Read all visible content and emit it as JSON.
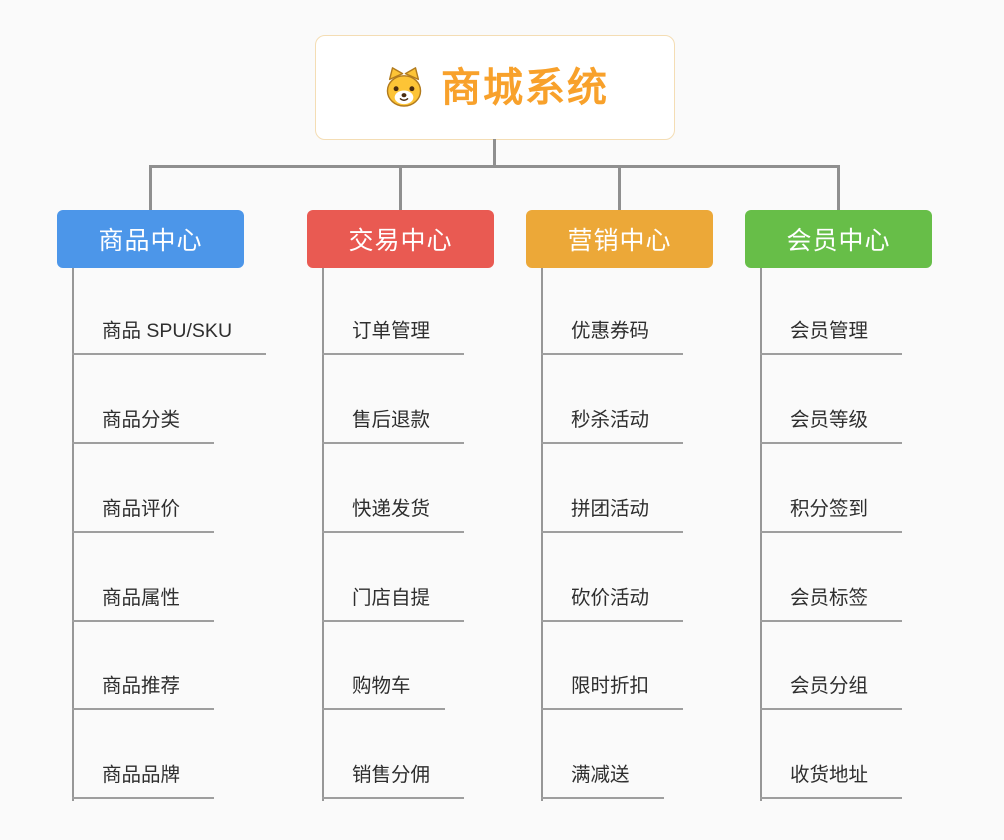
{
  "root": {
    "title": "商城系统",
    "title_color": "#F8A12B",
    "icon": "dog-icon"
  },
  "colors": {
    "connector": "#8f8f8f",
    "trunk": "#979797",
    "underline": "#9e9e9e",
    "background": "#fafafa"
  },
  "branches": [
    {
      "label": "商品中心",
      "color": "#4C96E9",
      "children": [
        "商品 SPU/SKU",
        "商品分类",
        "商品评价",
        "商品属性",
        "商品推荐",
        "商品品牌"
      ]
    },
    {
      "label": "交易中心",
      "color": "#E95A52",
      "children": [
        "订单管理",
        "售后退款",
        "快递发货",
        "门店自提",
        "购物车",
        "销售分佣"
      ]
    },
    {
      "label": "营销中心",
      "color": "#ECA838",
      "children": [
        "优惠券码",
        "秒杀活动",
        "拼团活动",
        "砍价活动",
        "限时折扣",
        "满减送"
      ]
    },
    {
      "label": "会员中心",
      "color": "#67BE48",
      "children": [
        "会员管理",
        "会员等级",
        "积分签到",
        "会员标签",
        "会员分组",
        "收货地址"
      ]
    }
  ]
}
